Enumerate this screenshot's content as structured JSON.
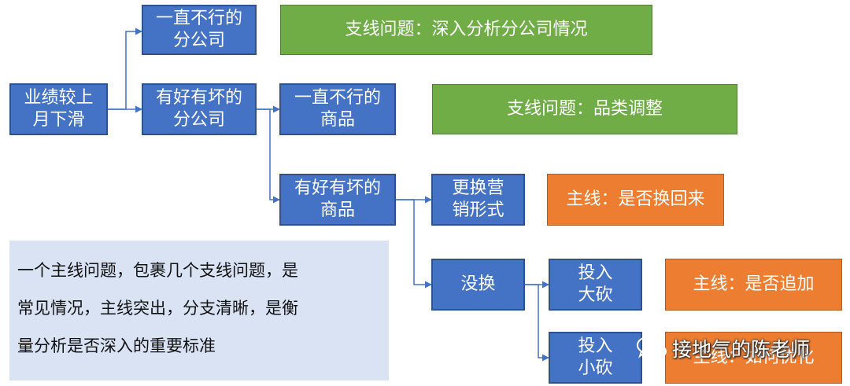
{
  "colors": {
    "blue": "#4472c4",
    "green": "#70ad47",
    "orange": "#ed7d31",
    "note_bg": "#dae3f3",
    "line": "#4472c4"
  },
  "nodes": {
    "root": "业绩较上\n月下滑",
    "branch_bad": "一直不行的\n分公司",
    "branch_mixed": "有好有坏的\n分公司",
    "goods_bad": "一直不行的\n商品",
    "goods_mixed": "有好有坏的\n商品",
    "change_form": "更换营\n销形式",
    "no_change": "没换",
    "big_cut": "投入\n大砍",
    "small_cut": "投入\n小砍"
  },
  "labels": {
    "sub_branch_analysis": "支线问题：深入分析分公司情况",
    "sub_category_adjust": "支线问题：品类调整",
    "main_switch_back": "主线：是否换回来",
    "main_add_more": "主线：是否追加",
    "main_optimize": "主线：如何优化"
  },
  "note": {
    "lines": [
      "一个主线问题，包裹几个支线问题，是",
      "常见情况，主线突出，分支清晰，是衡",
      "量分析是否深入的重要标准"
    ]
  },
  "watermark": {
    "icon": "wechat-icon",
    "text": "接地气的陈老师"
  }
}
